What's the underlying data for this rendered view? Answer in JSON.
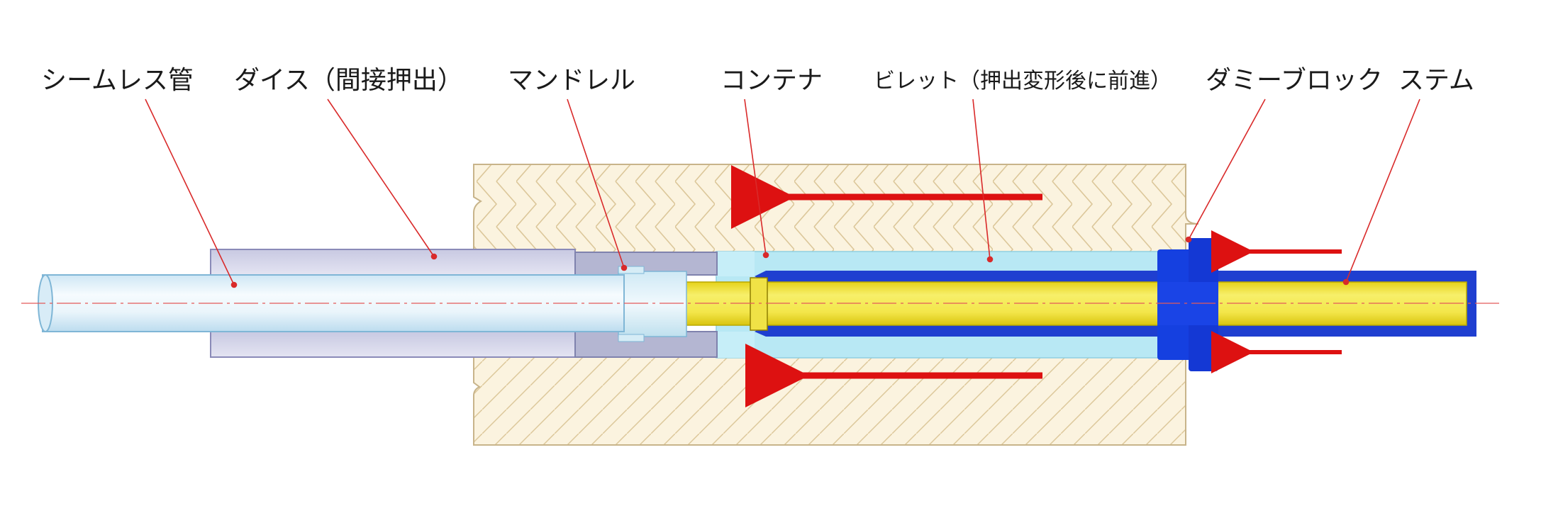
{
  "labels": {
    "seamless_tube": "シームレス管",
    "die": "ダイス（間接押出）",
    "mandrel": "マンドレル",
    "container": "コンテナ",
    "billet": "ビレット（押出変形後に前進）",
    "dummy_block": "ダミーブロック",
    "stem": "ステム"
  },
  "colors": {
    "container_fill": "#fbf3df",
    "container_hatch": "#dcc79a",
    "container_edge": "#c8b48a",
    "die_fill": "#d8d8ee",
    "die_edge": "#8a8ab8",
    "holder_fill": "#b4b6d2",
    "tube_fill": "#e6f2fa",
    "tube_edge": "#7fb6d6",
    "billet_fill": "#b8e8f4",
    "mandrel_fill": "#f2e642",
    "mandrel_edge": "#b9a800",
    "stem_fill": "#1f3fd0",
    "dummy_block_fill": "#1540e0",
    "arrow": "#dd1111",
    "leader": "#d92a2a",
    "centerline": "#e35a5a"
  },
  "icons": {
    "force_arrow": "arrow-left-icon"
  }
}
